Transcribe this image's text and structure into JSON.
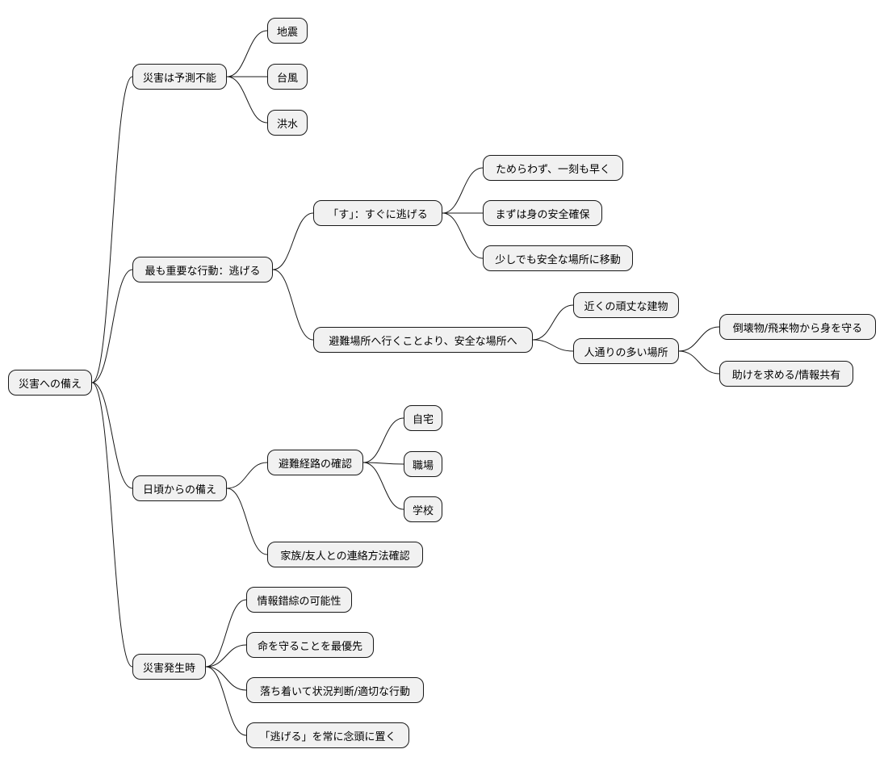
{
  "colors": {
    "node_fill": "#f1f1f1",
    "node_border": "#181818",
    "edge": "#181818",
    "background": "#ffffff"
  },
  "nodes": {
    "root": "災害への備え",
    "unpredictable": "災害は予測不能",
    "earthquake": "地震",
    "typhoon": "台風",
    "flood": "洪水",
    "escape": "最も重要な行動：逃げる",
    "su": "「す」：すぐに逃げる",
    "su_1": "ためらわず、一刻も早く",
    "su_2": "まずは身の安全確保",
    "su_3": "少しでも安全な場所に移動",
    "safer": "避難場所へ行くことより、安全な場所へ",
    "sturdy": "近くの頑丈な建物",
    "crowded": "人通りの多い場所",
    "crowded_1": "倒壊物/飛来物から身を守る",
    "crowded_2": "助けを求める/情報共有",
    "daily": "日頃からの備え",
    "route": "避難経路の確認",
    "home": "自宅",
    "work": "職場",
    "school": "学校",
    "contact": "家族/友人との連絡方法確認",
    "occur": "災害発生時",
    "occur_1": "情報錯綜の可能性",
    "occur_2": "命を守ることを最優先",
    "occur_3": "落ち着いて状況判断/適切な行動",
    "occur_4": "「逃げる」を常に念頭に置く"
  }
}
